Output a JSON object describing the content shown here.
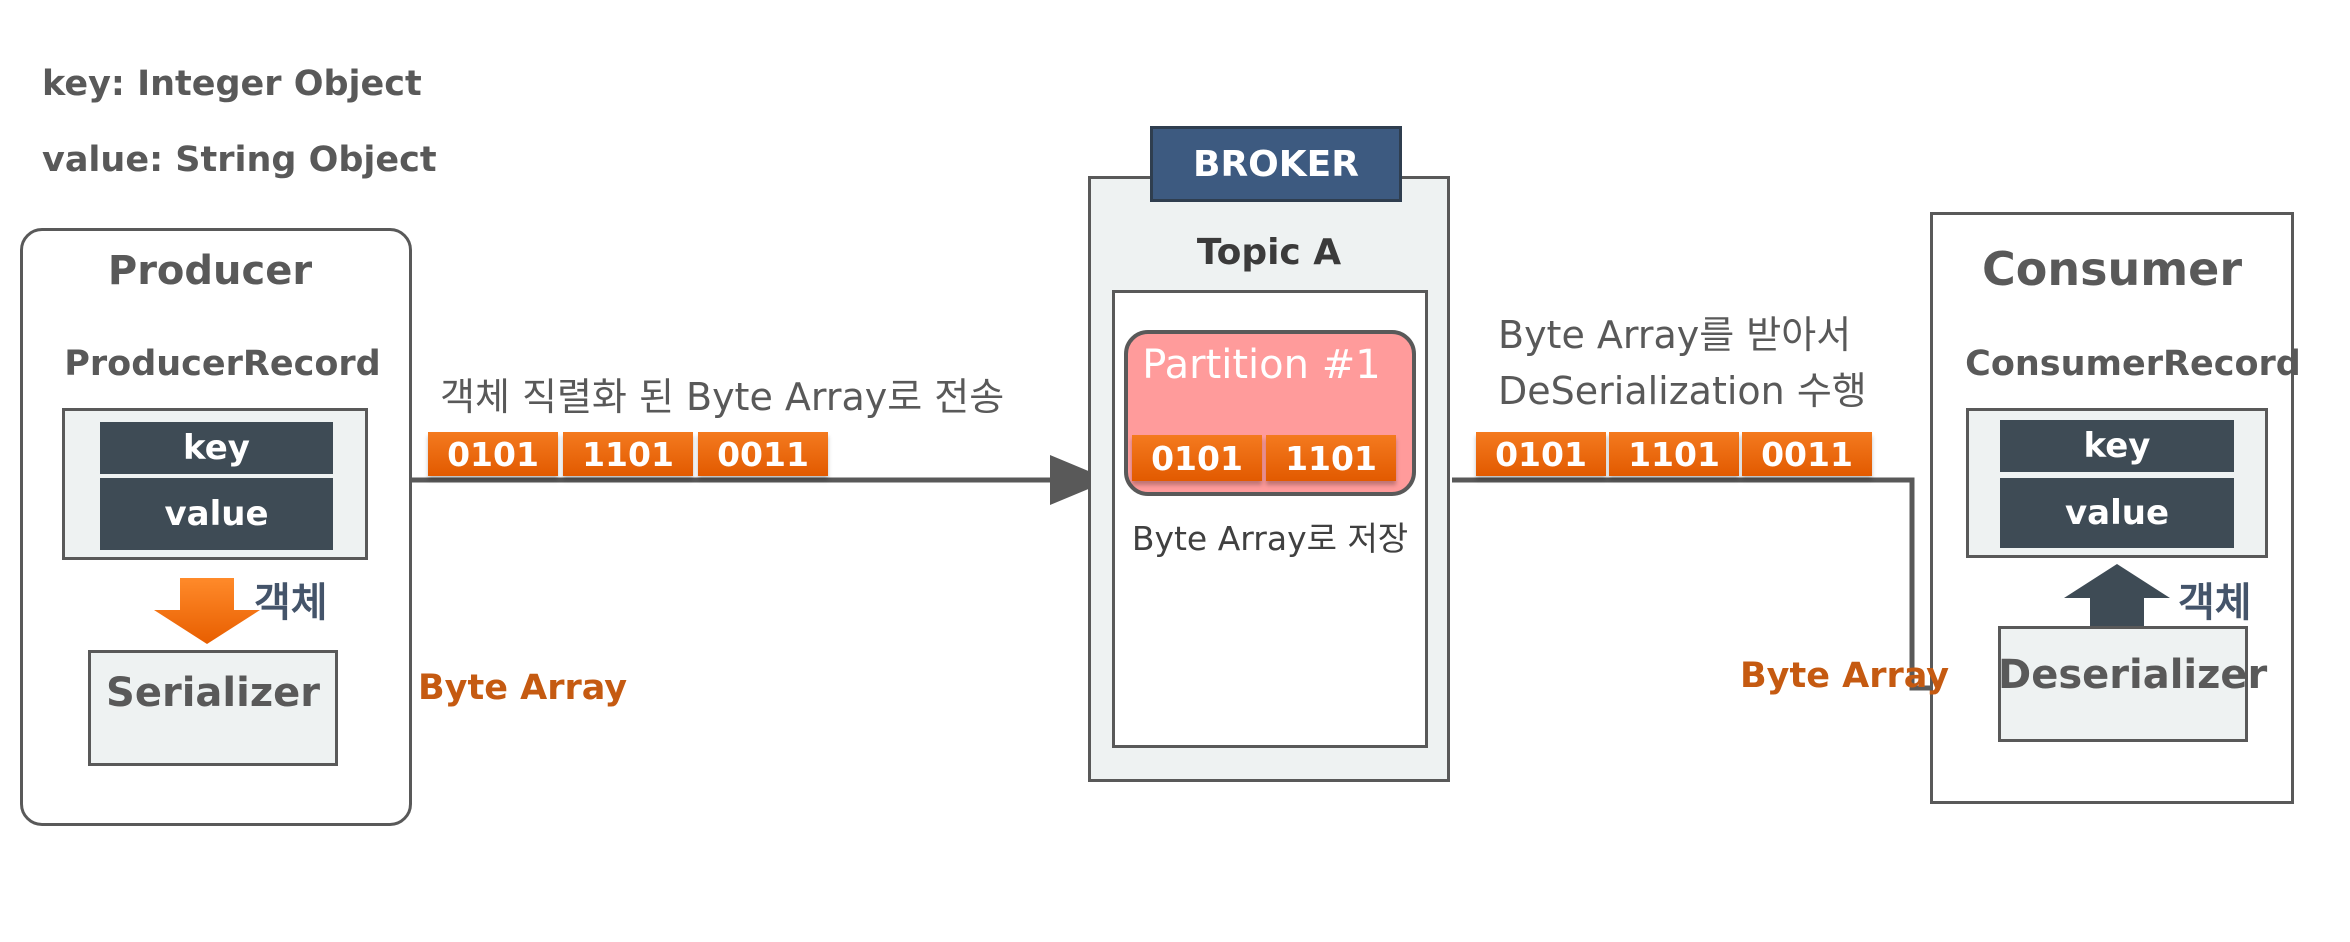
{
  "legend": {
    "key_type": "key: Integer Object",
    "value_type": "value: String Object"
  },
  "producer": {
    "title": "Producer",
    "record_title": "ProducerRecord",
    "key_label": "key",
    "value_label": "value",
    "object_label": "객체",
    "serializer_label": "Serializer",
    "byte_array_label": "Byte Array"
  },
  "transfer_out": {
    "caption": "객체 직렬화 된 Byte Array로  전송",
    "chips": [
      "0101",
      "1101",
      "0011"
    ]
  },
  "broker": {
    "title": "BROKER",
    "topic": "Topic A",
    "partition": "Partition #1",
    "chips": [
      "0101",
      "1101"
    ],
    "storage_note": "Byte Array로 저장"
  },
  "transfer_in": {
    "caption_line1": "Byte Array를 받아서",
    "caption_line2": "DeSerialization 수행",
    "chips": [
      "0101",
      "1101",
      "0011"
    ]
  },
  "consumer": {
    "title": "Consumer",
    "record_title": "ConsumerRecord",
    "key_label": "key",
    "value_label": "value",
    "object_label": "객체",
    "deserializer_label": "Deserializer",
    "byte_array_label": "Byte Array"
  },
  "colors": {
    "field_fill": "#3e4b55",
    "chip_orange": "#f06a10",
    "broker_header": "#3d5a80",
    "partition_fill": "#ff9b9b",
    "byte_array_text": "#c55a11"
  }
}
